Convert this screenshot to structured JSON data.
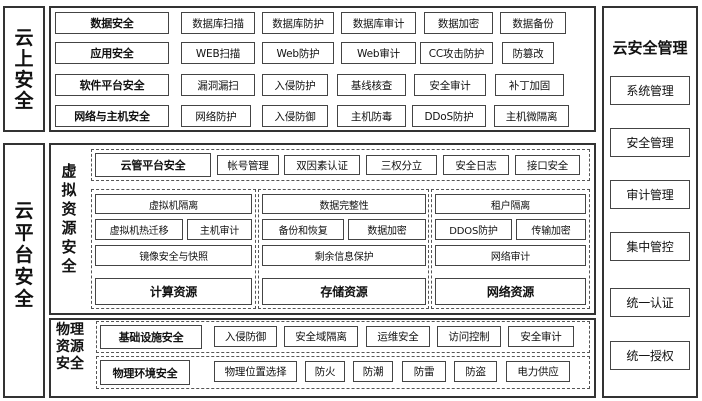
{
  "cloud_app_security": {
    "title_lines": [
      "云",
      "上",
      "安",
      "全"
    ],
    "rows": [
      {
        "label": "数据安全",
        "items": [
          "数据库扫描",
          "数据库防护",
          "数据库审计",
          "数据加密",
          "数据备份"
        ]
      },
      {
        "label": "应用安全",
        "items": [
          "WEB扫描",
          "Web防护",
          "Web审计",
          "CC攻击防护",
          "防篡改"
        ]
      },
      {
        "label": "软件平台安全",
        "items": [
          "漏洞漏扫",
          "入侵防护",
          "基线核查",
          "安全审计",
          "补丁加固"
        ]
      },
      {
        "label": "网络与主机安全",
        "items": [
          "网络防护",
          "入侵防御",
          "主机防毒",
          "DDoS防护",
          "主机微隔离"
        ]
      }
    ]
  },
  "cloud_platform_security": {
    "title_lines": [
      "云",
      "平",
      "台",
      "安",
      "全"
    ],
    "virtual": {
      "title_lines": [
        "虚",
        "拟",
        "资",
        "源",
        "安",
        "全"
      ],
      "mgmt": {
        "label": "云管平台安全",
        "items": [
          "帐号管理",
          "双因素认证",
          "三权分立",
          "安全日志",
          "接口安全"
        ]
      },
      "compute": {
        "label": "计算资源",
        "top": "虚拟机隔离",
        "left": "虚拟机热迁移",
        "right": "主机审计",
        "bottom": "镜像安全与快照"
      },
      "storage": {
        "label": "存储资源",
        "top": "数据完整性",
        "left": "备份和恢复",
        "right": "数据加密",
        "bottom": "剩余信息保护"
      },
      "network": {
        "label": "网络资源",
        "top": "租户隔离",
        "left": "DDOS防护",
        "right": "传输加密",
        "bottom": "网络审计"
      }
    },
    "physical": {
      "title_lines": [
        "物",
        "理",
        "资",
        "源",
        "安",
        "全"
      ],
      "rows": [
        {
          "label": "基础设施安全",
          "items": [
            "入侵防御",
            "安全域隔离",
            "运维安全",
            "访问控制",
            "安全审计"
          ]
        },
        {
          "label": "物理环境安全",
          "items": [
            "物理位置选择",
            "防火",
            "防潮",
            "防雷",
            "防盗",
            "电力供应"
          ]
        }
      ]
    }
  },
  "cloud_management": {
    "title": "云安全管理",
    "items": [
      "系统管理",
      "安全管理",
      "审计管理",
      "集中管控",
      "统一认证",
      "统一授权"
    ]
  }
}
